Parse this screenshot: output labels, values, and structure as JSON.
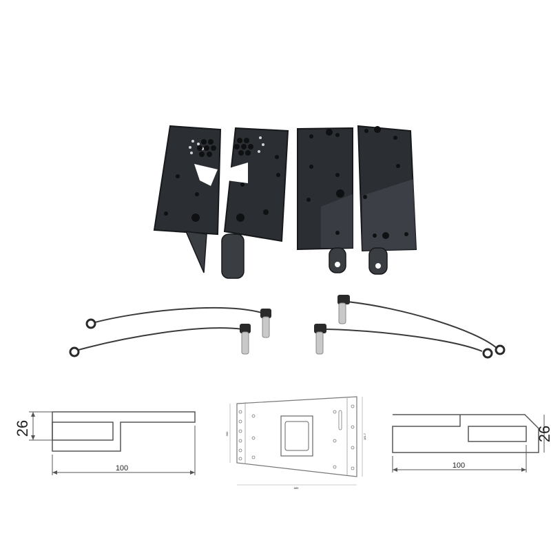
{
  "colors": {
    "background": "#ffffff",
    "bracket": "#2b2e33",
    "bracket_edge": "#16181b",
    "cable": "#3a3a3a",
    "pin": "#c9c9c9",
    "drawing_line": "#555555"
  },
  "dimensions": {
    "left_profile": {
      "height_label": "26",
      "width_label": "100"
    },
    "right_profile": {
      "height_label": "26",
      "width_label": "100"
    }
  },
  "cabinet_drawing": {
    "height_label": "300",
    "width_label": "689",
    "depth_label": "181.7"
  }
}
